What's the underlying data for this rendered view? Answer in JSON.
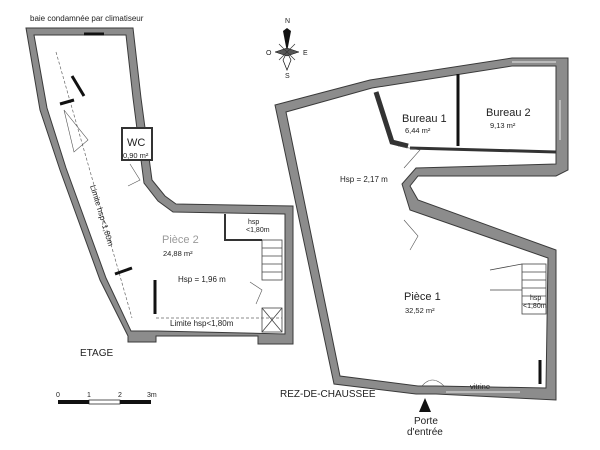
{
  "etage": {
    "note_top": "baie condamnée par climatiseur",
    "wc_label": "WC",
    "wc_area": "0,90 m²",
    "piece2_label": "Pièce 2",
    "piece2_area": "24,88 m²",
    "hsp_main": "Hsp = 1,96 m",
    "hsp_small_1": "hsp",
    "hsp_small_2": "<1,80m",
    "limite_diag": "Limite hsp<1,80m",
    "limite_bottom": "Limite hsp<1,80m",
    "level_label": "ETAGE"
  },
  "rdc": {
    "bureau1_label": "Bureau 1",
    "bureau1_area": "6,44 m²",
    "bureau2_label": "Bureau 2",
    "bureau2_area": "9,13 m²",
    "hsp_main": "Hsp = 2,17 m",
    "piece1_label": "Pièce 1",
    "piece1_area": "32,52 m²",
    "hsp_small_1": "hsp",
    "hsp_small_2": "<1,80m",
    "vitrine": "vitrine",
    "level_label": "REZ-DE-CHAUSSEE",
    "entry_1": "Porte",
    "entry_2": "d'entrée"
  },
  "compass": {
    "n": "N",
    "s": "S",
    "e": "E",
    "o": "O"
  },
  "scale": {
    "t0": "0",
    "t1": "1",
    "t2": "2",
    "t3": "3m"
  }
}
